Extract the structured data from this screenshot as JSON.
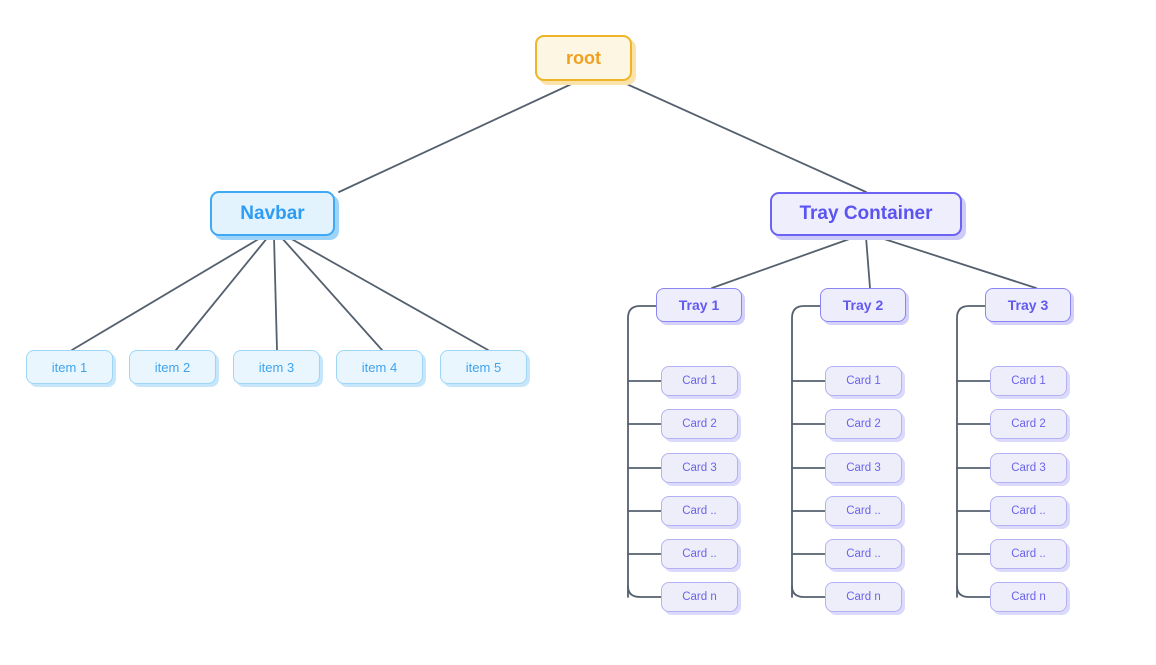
{
  "diagram": {
    "type": "tree",
    "title": "root",
    "orientation": "top-down",
    "background": "#ffffff",
    "edge_color": "#55606e"
  },
  "colors": {
    "root_fill": "#fdf6e3",
    "root_border": "#f0b429",
    "root_text": "#f0a020",
    "blue_fill": "#e3f3fe",
    "blue_border": "#3fa9f5",
    "blue_text": "#2f9cf4",
    "item_fill": "#eaf6fe",
    "item_border": "#9ed6f7",
    "item_text": "#3fa3ee",
    "purple_fill": "#efeefc",
    "purple_border": "#6c63f5",
    "purple_text": "#5b54f0",
    "tray_border": "#8b85f3",
    "tray_text": "#6259ef",
    "card_fill": "#eeeefb",
    "card_border": "#b5b1f5",
    "card_text": "#6b63ea"
  },
  "root": {
    "label": "root"
  },
  "navbar": {
    "label": "Navbar",
    "items": [
      {
        "label": "item 1"
      },
      {
        "label": "item 2"
      },
      {
        "label": "item 3"
      },
      {
        "label": "item 4"
      },
      {
        "label": "item 5"
      }
    ]
  },
  "tray_container": {
    "label": "Tray Container",
    "trays": [
      {
        "label": "Tray 1",
        "cards": [
          {
            "label": "Card 1"
          },
          {
            "label": "Card 2"
          },
          {
            "label": "Card 3"
          },
          {
            "label": "Card .."
          },
          {
            "label": "Card .."
          },
          {
            "label": "Card n"
          }
        ]
      },
      {
        "label": "Tray 2",
        "cards": [
          {
            "label": "Card 1"
          },
          {
            "label": "Card 2"
          },
          {
            "label": "Card 3"
          },
          {
            "label": "Card .."
          },
          {
            "label": "Card .."
          },
          {
            "label": "Card n"
          }
        ]
      },
      {
        "label": "Tray 3",
        "cards": [
          {
            "label": "Card 1"
          },
          {
            "label": "Card 2"
          },
          {
            "label": "Card 3"
          },
          {
            "label": "Card .."
          },
          {
            "label": "Card .."
          },
          {
            "label": "Card n"
          }
        ]
      }
    ]
  }
}
